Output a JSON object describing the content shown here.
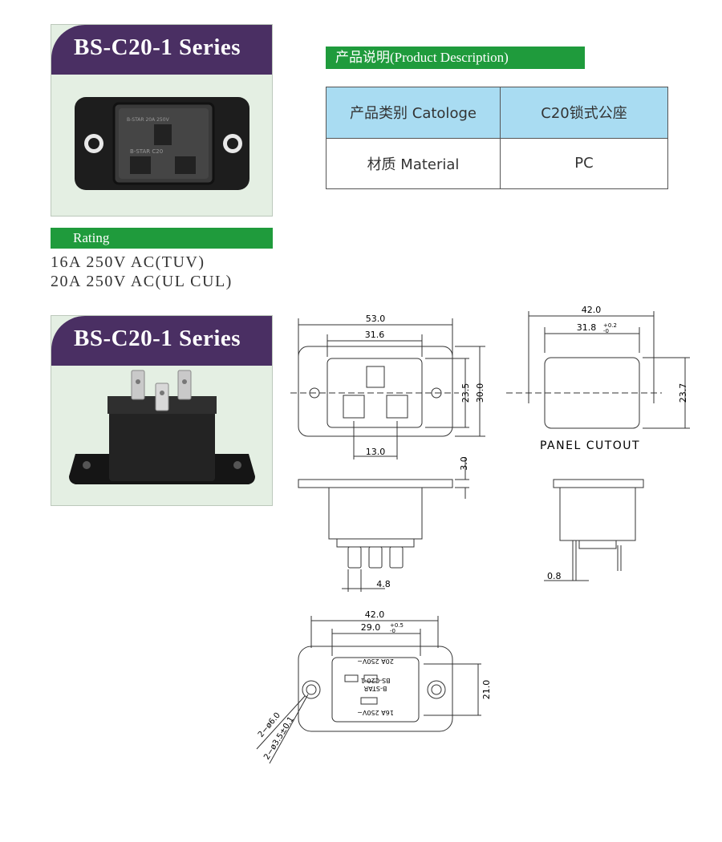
{
  "series_top": {
    "title": "BS-C20-1 Series"
  },
  "series_bottom": {
    "title": "BS-C20-1 Series"
  },
  "product_description": {
    "heading": "产品说明(Product Description)"
  },
  "spec_table": {
    "rows": [
      {
        "label": "产品类别 Catologe",
        "value": "C20锁式公座"
      },
      {
        "label": "材质 Material",
        "value": "PC"
      }
    ]
  },
  "rating": {
    "heading": "Rating",
    "lines": [
      "16A 250V AC(TUV)",
      "20A 250V AC(UL CUL)"
    ]
  },
  "drawing_front": {
    "dim_53": "53.0",
    "dim_31_6": "31.6",
    "dim_23_5": "23.5",
    "dim_30": "30.0",
    "dim_13": "13.0"
  },
  "drawing_cutout": {
    "dim_42": "42.0",
    "dim_31_8": "31.8",
    "dim_31_8_tol": "+0.2\n-0",
    "dim_23_7": "23.7",
    "label": "PANEL CUTOUT"
  },
  "drawing_side": {
    "dim_3": "3.0",
    "dim_4_8": "4.8"
  },
  "drawing_side2": {
    "dim_0_8": "0.8"
  },
  "drawing_back": {
    "dim_42": "42.0",
    "dim_29": "29.0",
    "dim_21": "21.0",
    "hole_big": "2−ø6.0",
    "hole_small": "2−ø3.5±0.1",
    "marking_1": "B-STAR",
    "marking_2": "BS-C20-1",
    "marking_3": "20A 250V~",
    "marking_4": "16A 250V~"
  },
  "colors": {
    "header_purple": "#4a2f63",
    "green_bar": "#1f9b3c",
    "table_head": "#a9dcf2",
    "card_bg": "#e4efe3"
  }
}
